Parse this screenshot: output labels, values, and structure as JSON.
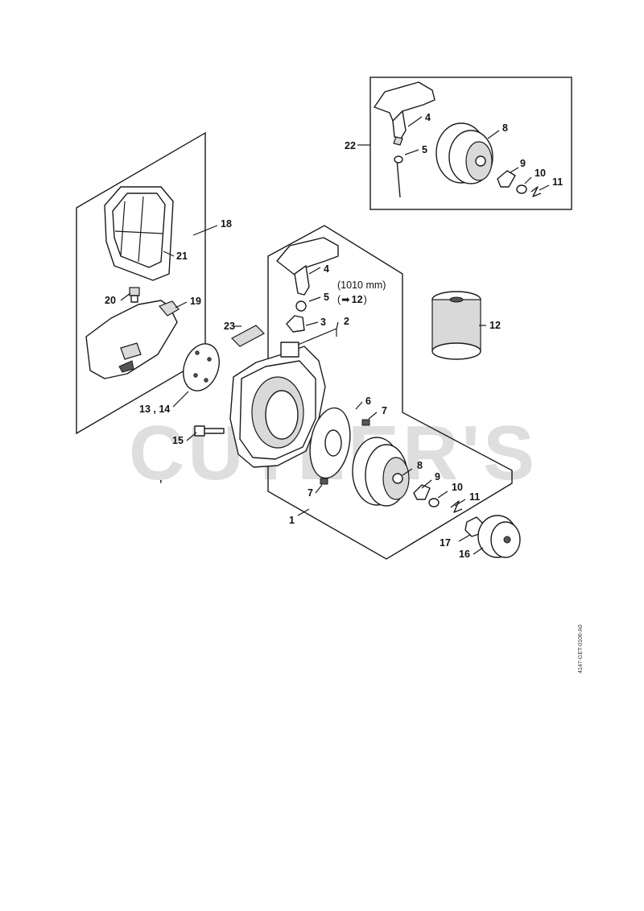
{
  "watermark": "CUTLER'S",
  "drawing_id": "4147-GET-0106-A0",
  "note": {
    "length": "(1010 mm)",
    "arrow": "➡",
    "ref": "12",
    "close": ")",
    "open": "("
  },
  "stray_mark": ",",
  "callouts": {
    "c1": "1",
    "c2": "2",
    "c3": "3",
    "c4_main": "4",
    "c4_kit": "4",
    "c5_main": "5",
    "c5_kit": "5",
    "c6": "6",
    "c7_upper": "7",
    "c7_lower": "7",
    "c8_main": "8",
    "c8_kit": "8",
    "c9_main": "9",
    "c9_kit": "9",
    "c10_main": "10",
    "c10_kit": "10",
    "c11_main": "11",
    "c11_kit": "11",
    "c12": "12",
    "c13_14": "13 , 14",
    "c15": "15",
    "c16": "16",
    "c17": "17",
    "c18": "18",
    "c19": "19",
    "c20": "20",
    "c21": "21",
    "c22": "22",
    "c23": "23"
  },
  "icons": [
    "starter-grip",
    "rope-rotor",
    "rewind-spring",
    "rope-spool",
    "air-filter",
    "filter-cover"
  ]
}
